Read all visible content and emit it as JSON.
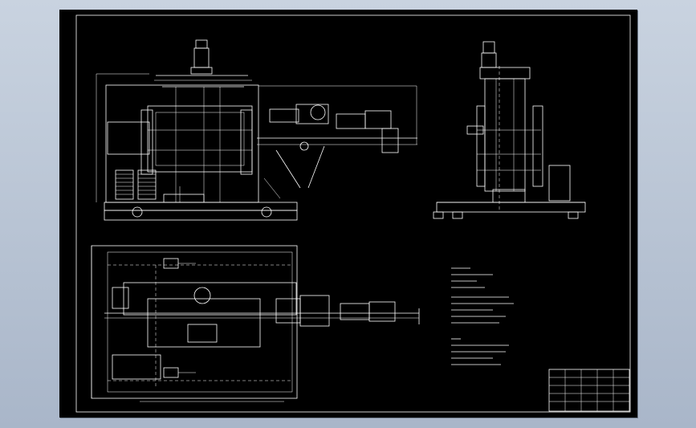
{
  "drawing": {
    "background": "#000000",
    "line_color": "#ffffff",
    "viewport_color": "#b8c3d3"
  },
  "views": [
    {
      "name": "front-view"
    },
    {
      "name": "side-view"
    },
    {
      "name": "top-view"
    }
  ],
  "notes": {
    "lines_group1": 8,
    "lines_group2": 7
  },
  "title_block": {
    "rows": 5,
    "cols": 5
  }
}
